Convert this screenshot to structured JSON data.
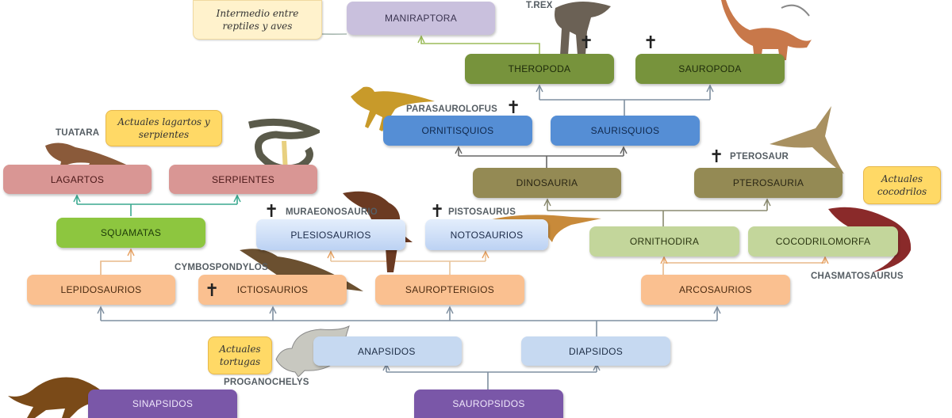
{
  "title": "Árbol evolutivo de los reptiles",
  "nodes": {
    "maniraptora": "MANIRAPTORA",
    "theropoda": "THEROPODA",
    "sauropoda": "SAUROPODA",
    "ornitisquios": "ORNITISQUIOS",
    "saurisquios": "SAURISQUIOS",
    "dinosauria": "DINOSAURIA",
    "pterosauria": "PTEROSAURIA",
    "lagartos": "LAGARTOS",
    "serpientes": "SERPIENTES",
    "squamatas": "SQUAMATAS",
    "plesiosaurios": "PLESIOSAURIOS",
    "notosaurios": "NOTOSAURIOS",
    "ornithodira": "ORNITHODIRA",
    "cocodrilomorfa": "COCODRILOMORFA",
    "lepidosaurios": "LEPIDOSAURIOS",
    "ictiosaurios": "ICTIOSAURIOS",
    "sauropterigios": "SAUROPTERIGIOS",
    "arcosaurios": "ARCOSAURIOS",
    "anapsidos": "ANAPSIDOS",
    "diapsidos": "DIAPSIDOS",
    "sinapsidos": "SINAPSIDOS",
    "sauropsidos": "SAUROPSIDOS"
  },
  "notes": {
    "aves": "Intermedio entre reptiles y aves",
    "lagartos": "Actuales lagartos y serpientes",
    "cocodrilos": "Actuales cocodrilos",
    "tortugas": "Actuales tortugas"
  },
  "species_labels": {
    "trex": "T.REX",
    "parasaurolofus": "PARASAUROLOFUS",
    "tuatara": "TUATARA",
    "pterosaur": "PTEROSAUR",
    "muraeonosaurio": "MURAEONOSAURIO",
    "pistosaurus": "PISTOSAURUS",
    "cymbospondylos": "CYMBOSPONDYLOS",
    "chasmatosaurus": "CHASMATOSAURUS",
    "proganochelys": "PROGANOCHELYS"
  },
  "extinct_symbol": "✝",
  "colors": {
    "link_gray": "#7f8fa0",
    "link_green": "#9bbb59",
    "link_teal": "#4bacc6",
    "link_orange": "#f0b070"
  }
}
